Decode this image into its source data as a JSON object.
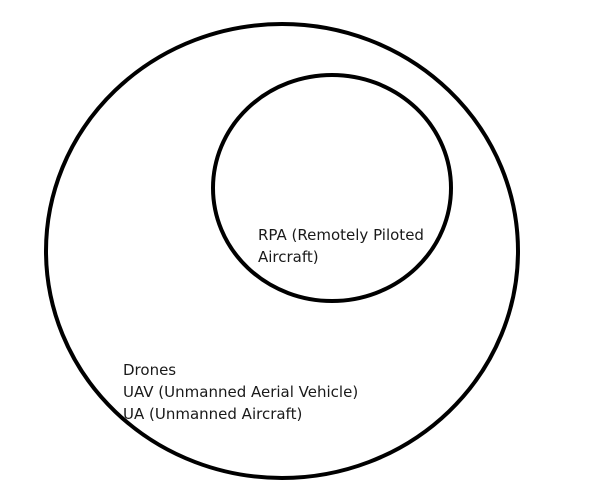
{
  "diagram": {
    "type": "nested-circles",
    "colors": {
      "background": "#ffffff",
      "stroke": "#000000",
      "text": "#1a1a1a"
    },
    "outer": {
      "lines": [
        "Drones",
        "UAV (Unmanned Aerial Vehicle)",
        "UA (Unmanned Aircraft)"
      ]
    },
    "inner": {
      "lines": [
        "RPA (Remotely Piloted",
        "Aircraft)"
      ]
    }
  }
}
